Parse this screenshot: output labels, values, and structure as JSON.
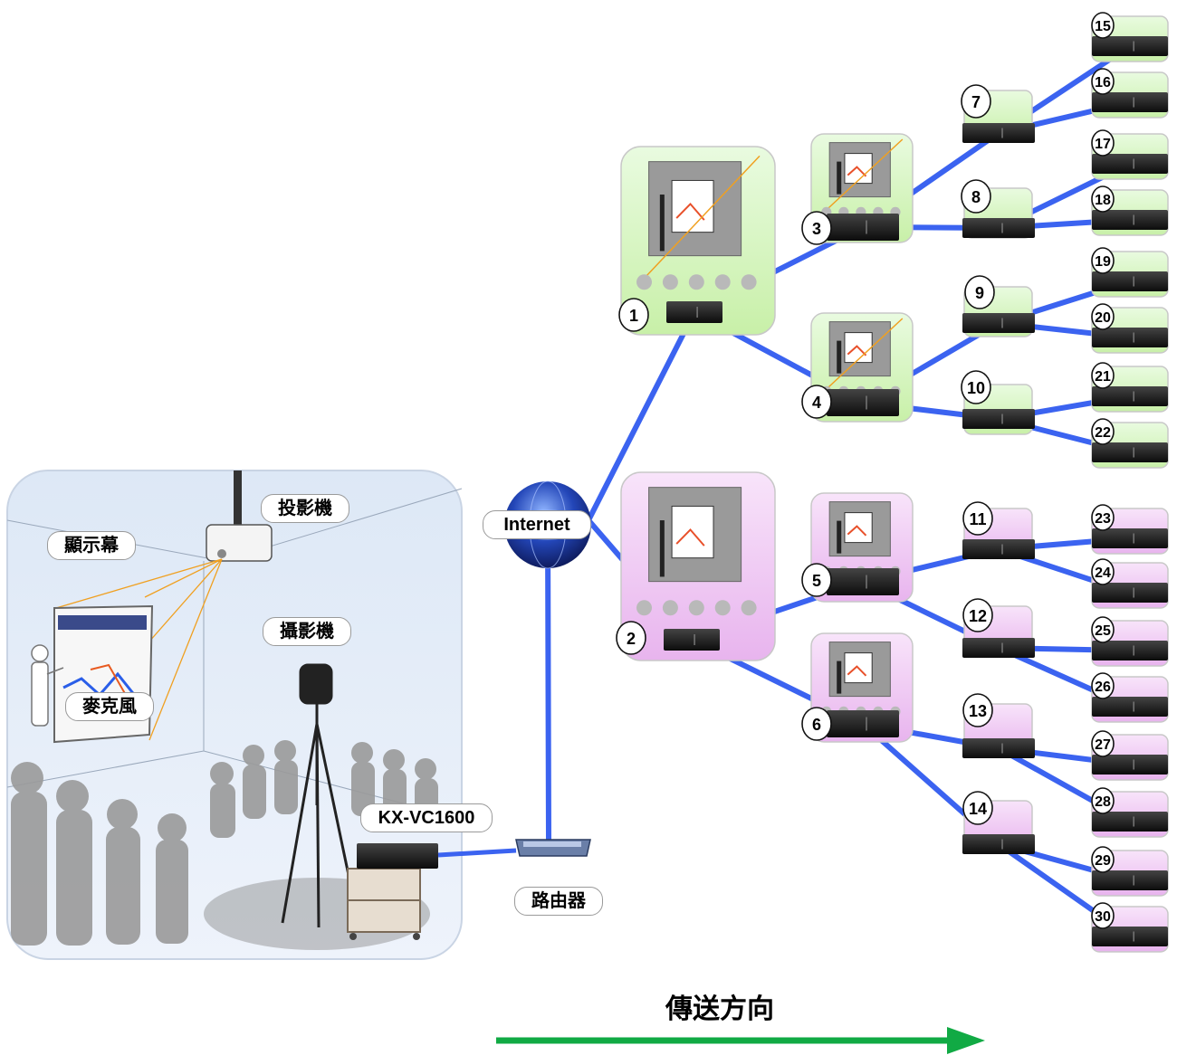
{
  "room": {
    "labels": {
      "projector": "投影機",
      "screen": "顯示幕",
      "camera": "攝影機",
      "microphone": "麥克風",
      "device": "KX-VC1600"
    }
  },
  "network": {
    "internet": "Internet",
    "router": "路由器"
  },
  "direction": {
    "label": "傳送方向",
    "arrow_color": "#11aa44"
  },
  "colors": {
    "link": "#3b63f0",
    "green_site": "#d8f5c0",
    "pink_site": "#f0c8f4"
  },
  "sites": [
    {
      "id": "1",
      "group": "green"
    },
    {
      "id": "2",
      "group": "pink"
    },
    {
      "id": "3",
      "group": "green"
    },
    {
      "id": "4",
      "group": "green"
    },
    {
      "id": "5",
      "group": "pink"
    },
    {
      "id": "6",
      "group": "pink"
    },
    {
      "id": "7",
      "group": "green"
    },
    {
      "id": "8",
      "group": "green"
    },
    {
      "id": "9",
      "group": "green"
    },
    {
      "id": "10",
      "group": "green"
    },
    {
      "id": "11",
      "group": "pink"
    },
    {
      "id": "12",
      "group": "pink"
    },
    {
      "id": "13",
      "group": "pink"
    },
    {
      "id": "14",
      "group": "pink"
    },
    {
      "id": "15",
      "group": "green"
    },
    {
      "id": "16",
      "group": "green"
    },
    {
      "id": "17",
      "group": "green"
    },
    {
      "id": "18",
      "group": "green"
    },
    {
      "id": "19",
      "group": "green"
    },
    {
      "id": "20",
      "group": "green"
    },
    {
      "id": "21",
      "group": "green"
    },
    {
      "id": "22",
      "group": "green"
    },
    {
      "id": "23",
      "group": "pink"
    },
    {
      "id": "24",
      "group": "pink"
    },
    {
      "id": "25",
      "group": "pink"
    },
    {
      "id": "26",
      "group": "pink"
    },
    {
      "id": "27",
      "group": "pink"
    },
    {
      "id": "28",
      "group": "pink"
    },
    {
      "id": "29",
      "group": "pink"
    },
    {
      "id": "30",
      "group": "pink"
    }
  ],
  "links": [
    [
      "router",
      "internet"
    ],
    [
      "internet",
      "1"
    ],
    [
      "internet",
      "2"
    ],
    [
      "1",
      "3"
    ],
    [
      "1",
      "4"
    ],
    [
      "2",
      "5"
    ],
    [
      "2",
      "6"
    ],
    [
      "3",
      "7"
    ],
    [
      "3",
      "8"
    ],
    [
      "4",
      "9"
    ],
    [
      "4",
      "10"
    ],
    [
      "5",
      "11"
    ],
    [
      "5",
      "12"
    ],
    [
      "6",
      "13"
    ],
    [
      "6",
      "14"
    ],
    [
      "7",
      "15"
    ],
    [
      "7",
      "16"
    ],
    [
      "8",
      "17"
    ],
    [
      "8",
      "18"
    ],
    [
      "9",
      "19"
    ],
    [
      "9",
      "20"
    ],
    [
      "10",
      "21"
    ],
    [
      "10",
      "22"
    ],
    [
      "11",
      "23"
    ],
    [
      "11",
      "24"
    ],
    [
      "12",
      "25"
    ],
    [
      "12",
      "26"
    ],
    [
      "13",
      "27"
    ],
    [
      "13",
      "28"
    ],
    [
      "14",
      "29"
    ],
    [
      "14",
      "30"
    ]
  ]
}
